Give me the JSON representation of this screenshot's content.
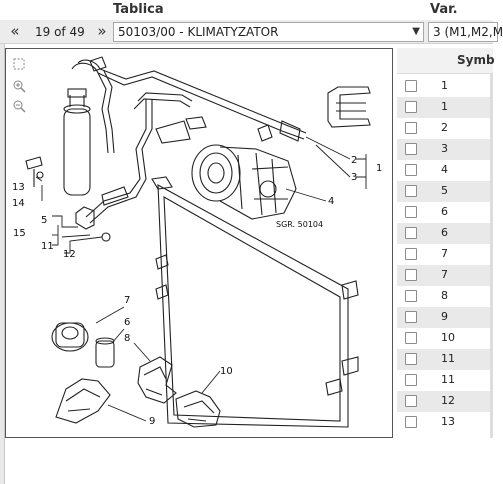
{
  "header": {
    "tablica_label": "Tablica",
    "var_label": "Var."
  },
  "toolbar": {
    "prev_icon": "«",
    "page_indicator": "19 of 49",
    "next_icon": "»",
    "table_select_value": "50103/00 - KLIMATYZATOR",
    "variant_select_value": "3 (M1,M2,M"
  },
  "drawing": {
    "tools": [
      "fit-icon",
      "zoom-in-icon",
      "zoom-out-icon"
    ],
    "callouts": [
      "1",
      "2",
      "3",
      "4",
      "5",
      "6",
      "7",
      "8",
      "9",
      "10",
      "11",
      "12",
      "13",
      "14",
      "15"
    ],
    "reference": "SGR. 50104"
  },
  "symbol_table": {
    "header": "Symb",
    "rows": [
      {
        "symbol": "1"
      },
      {
        "symbol": "1"
      },
      {
        "symbol": "2"
      },
      {
        "symbol": "3"
      },
      {
        "symbol": "4"
      },
      {
        "symbol": "5"
      },
      {
        "symbol": "6"
      },
      {
        "symbol": "6"
      },
      {
        "symbol": "7"
      },
      {
        "symbol": "7"
      },
      {
        "symbol": "8"
      },
      {
        "symbol": "9"
      },
      {
        "symbol": "10"
      },
      {
        "symbol": "11"
      },
      {
        "symbol": "11"
      },
      {
        "symbol": "12"
      },
      {
        "symbol": "13"
      }
    ]
  }
}
